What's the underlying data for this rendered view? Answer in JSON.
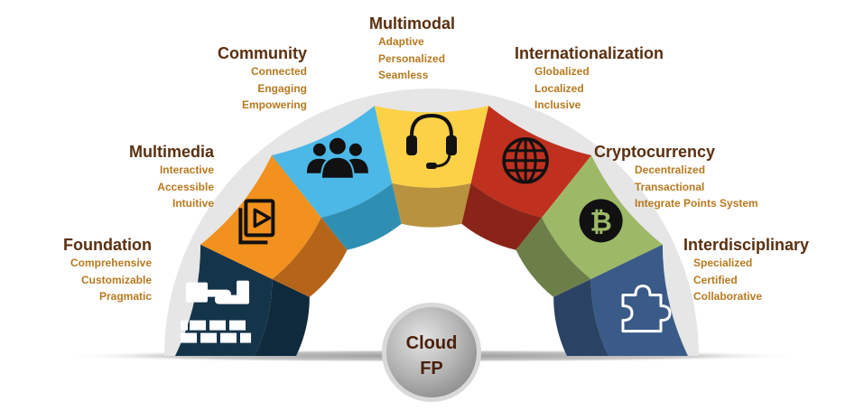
{
  "center": {
    "line1": "Cloud",
    "line2": "FP"
  },
  "segments": [
    {
      "key": "foundation",
      "title": "Foundation",
      "items": [
        "Comprehensive",
        "Customizable",
        "Pragmatic"
      ],
      "color": "#14344a",
      "inner": "#0f2a3c",
      "icon": "hand-on-bricks-icon"
    },
    {
      "key": "multimedia",
      "title": "Multimedia",
      "items": [
        "Interactive",
        "Accessible",
        "Intuitive"
      ],
      "color": "#f2911e",
      "inner": "#b5651a",
      "icon": "video-play-icon"
    },
    {
      "key": "community",
      "title": "Community",
      "items": [
        "Connected",
        "Engaging",
        "Empowering"
      ],
      "color": "#4bb8e8",
      "inner": "#2f8fb2",
      "icon": "people-group-icon"
    },
    {
      "key": "multimodal",
      "title": "Multimodal",
      "items": [
        "Adaptive",
        "Personalized",
        "Seamless"
      ],
      "color": "#fcd146",
      "inner": "#b8923e",
      "icon": "headset-icon"
    },
    {
      "key": "internationalization",
      "title": "Internationalization",
      "items": [
        "Globalized",
        "Localized",
        "Inclusive"
      ],
      "color": "#c0301f",
      "inner": "#8a2418",
      "icon": "globe-icon"
    },
    {
      "key": "cryptocurrency",
      "title": "Cryptocurrency",
      "items": [
        "Decentralized",
        "Transactional",
        "Integrate Points System"
      ],
      "color": "#9db967",
      "inner": "#6d7f48",
      "icon": "bitcoin-icon"
    },
    {
      "key": "interdisciplinary",
      "title": "Interdisciplinary",
      "items": [
        "Specialized",
        "Certified",
        "Collaborative"
      ],
      "color": "#3a5a87",
      "inner": "#2a4264",
      "icon": "puzzle-piece-icon"
    }
  ]
}
